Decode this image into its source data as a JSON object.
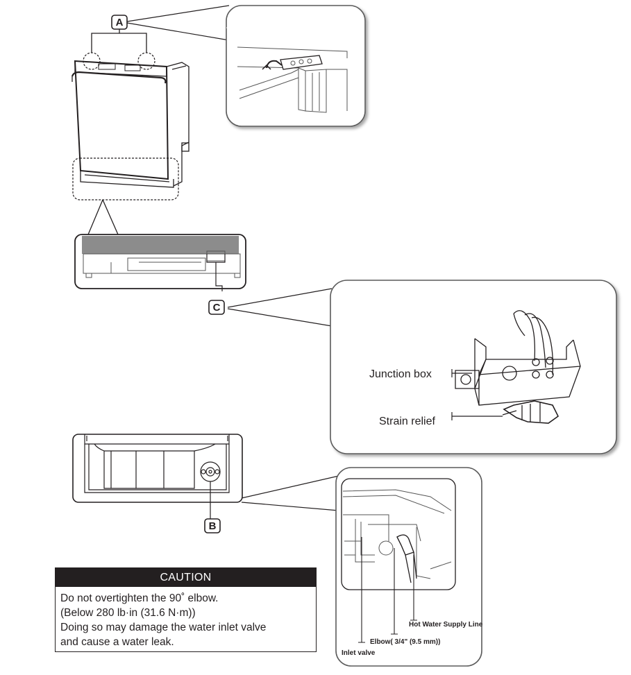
{
  "callouts": {
    "a": "A",
    "b": "B",
    "c": "C"
  },
  "junction_detail": {
    "junction_box_label": "Junction box",
    "strain_relief_label": "Strain relief"
  },
  "inlet_detail": {
    "inlet_valve_label": "Inlet valve",
    "elbow_label": "Elbow( 3/4\" (9.5 mm))",
    "hot_water_label": "Hot Water Supply Line"
  },
  "caution": {
    "title": "CAUTION",
    "lines": [
      "Do not overtighten the 90˚ elbow.",
      "(Below 280 lb·in (31.6 N·m))",
      "Doing so may damage the water inlet valve",
      "and cause a water leak."
    ]
  },
  "colors": {
    "ink": "#231f20",
    "panel_gray": "#8c8c8c",
    "bubble_border": "#5a5a5a"
  }
}
